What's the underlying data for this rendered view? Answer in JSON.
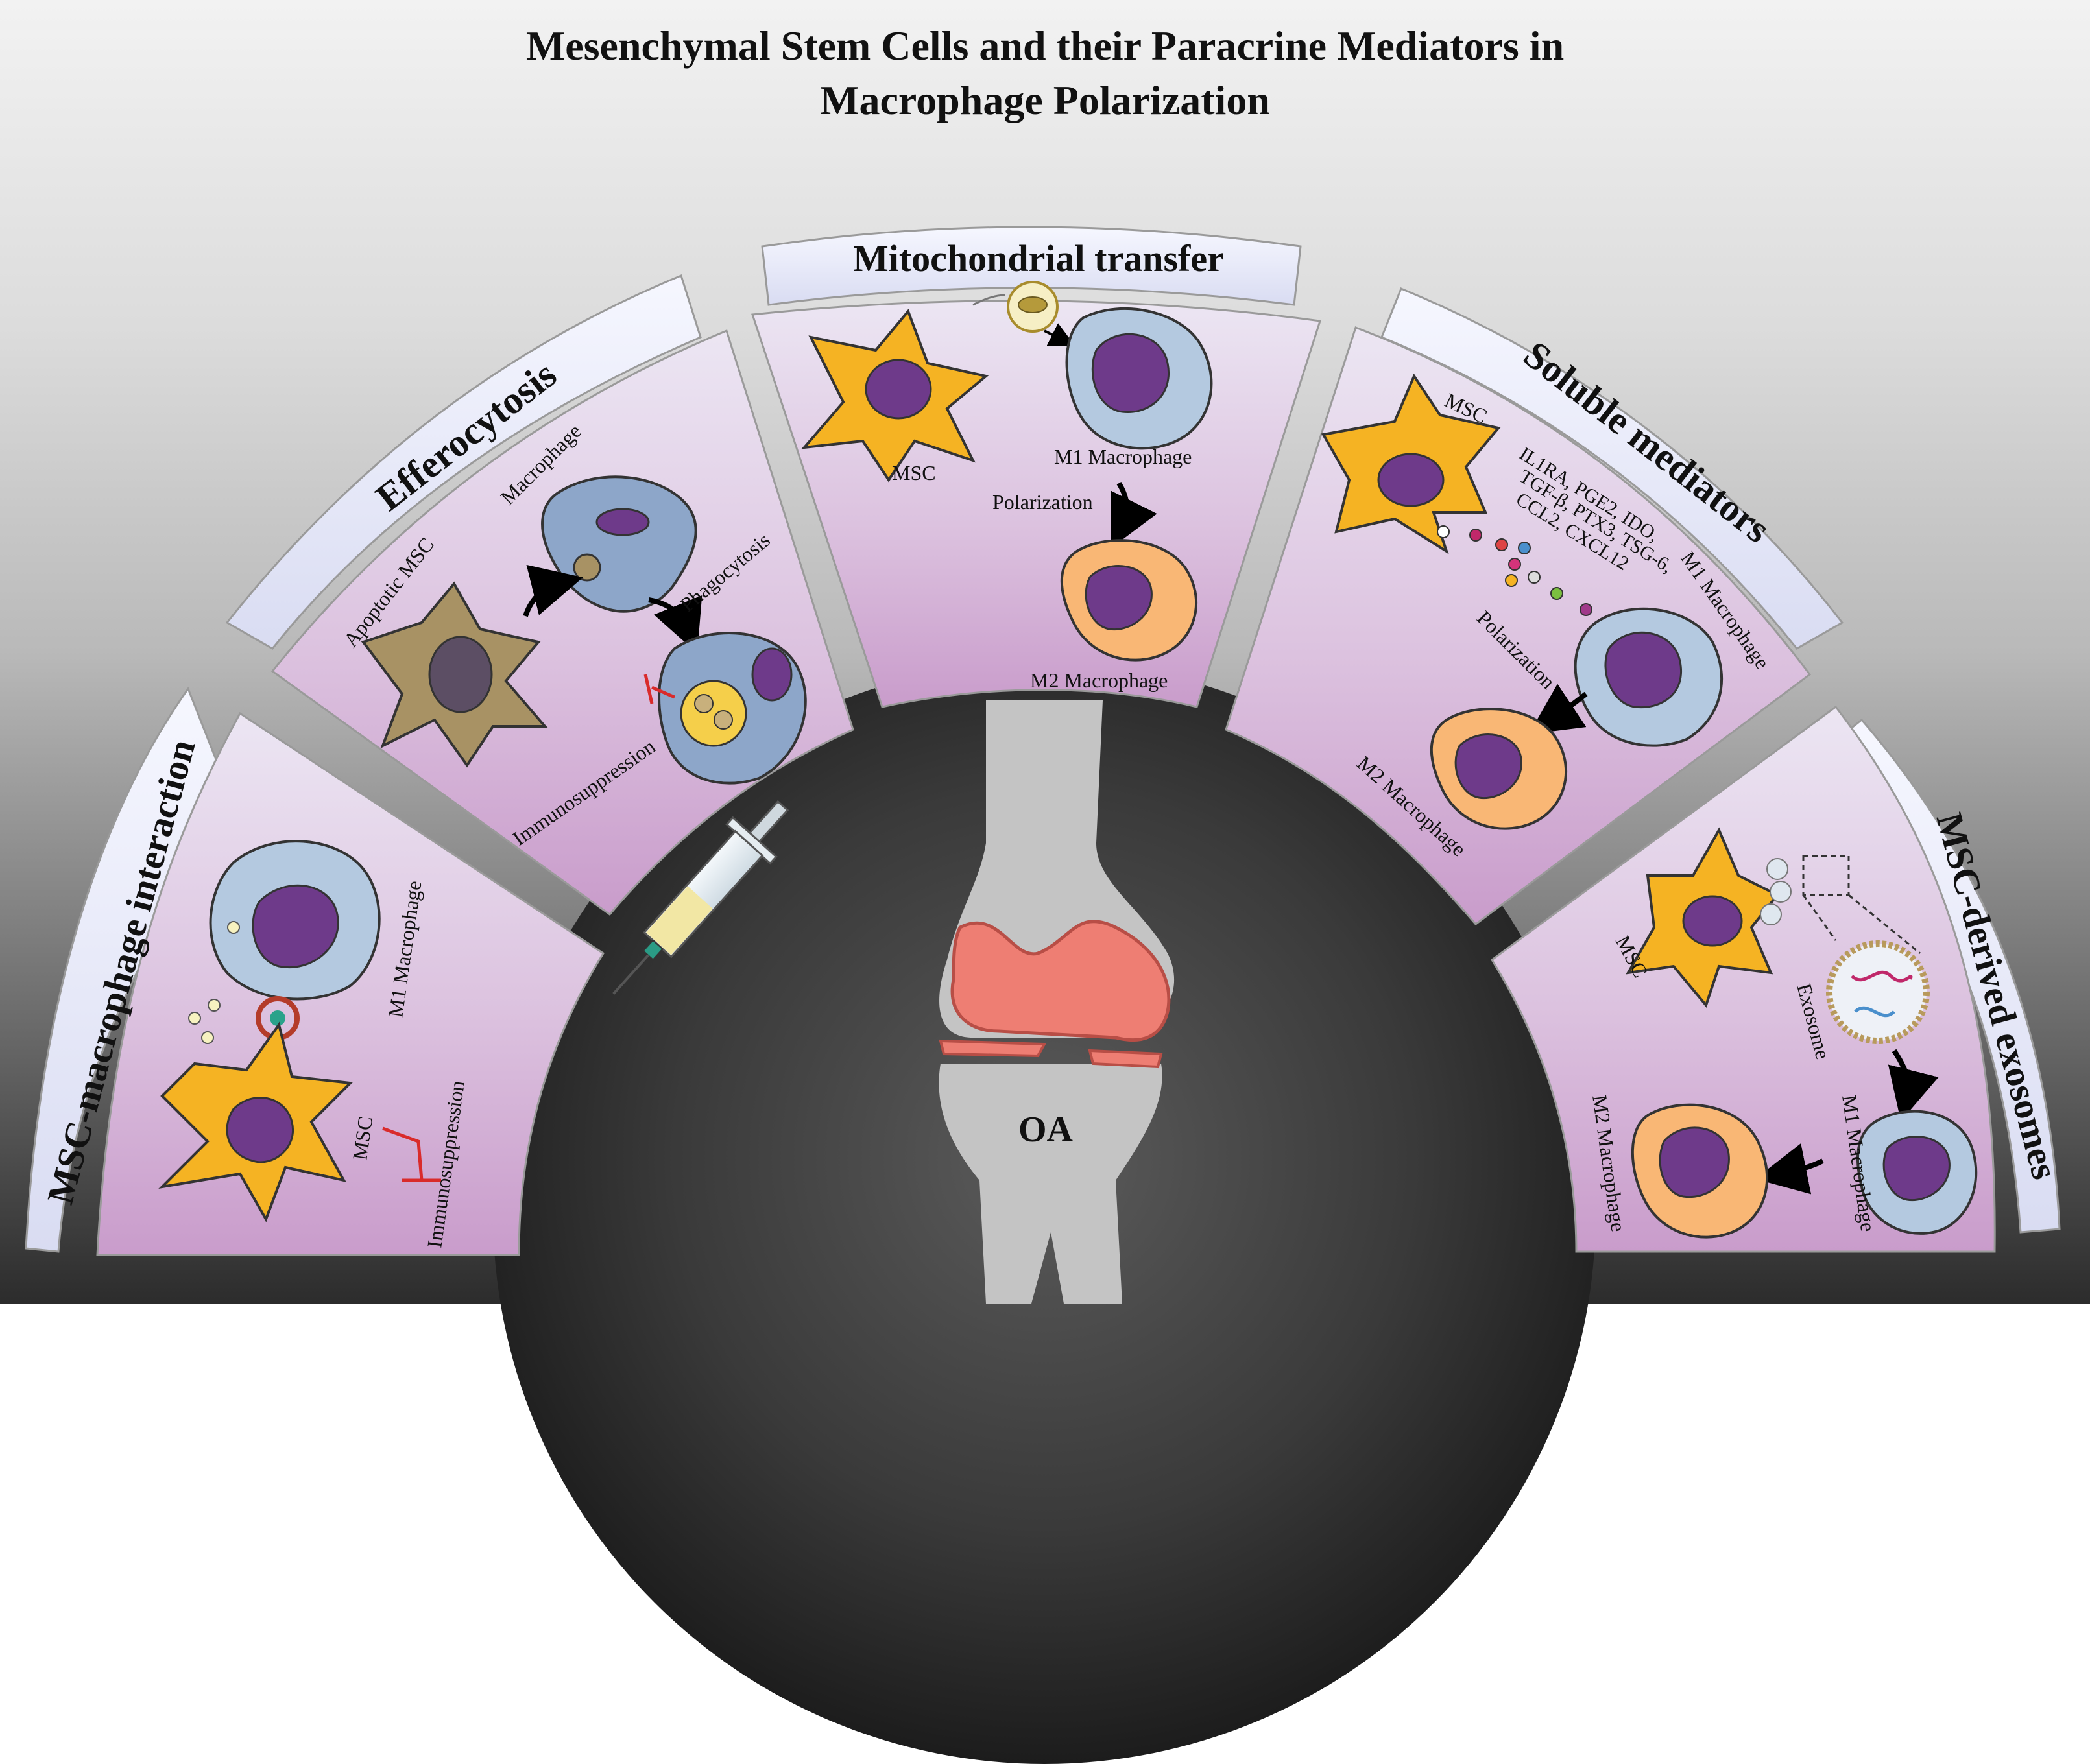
{
  "title": {
    "line1": "Mesenchymal Stem Cells and their Paracrine Mediators in",
    "line2": "Macrophage Polarization"
  },
  "center": {
    "label": "OA"
  },
  "panels": {
    "interaction": {
      "header": "MSC-macrophage interaction",
      "m1_label": "M1 Macrophage",
      "msc_label": "MSC",
      "effect_label": "Immunosuppression"
    },
    "efferocytosis": {
      "header": "Efferocytosis",
      "apoptotic_label": "Apoptotic MSC",
      "macrophage_label": "Macrophage",
      "phago_label": "Phagocytosis",
      "effect_label": "Immunosuppression"
    },
    "mito": {
      "header": "Mitochondrial transfer",
      "msc_label": "MSC",
      "m1_label": "M1 Macrophage",
      "polarization_label": "Polarization",
      "m2_label": "M2 Macrophage"
    },
    "soluble": {
      "header": "Soluble mediators",
      "msc_label": "MSC",
      "mediators_line1": "IL1RA, PGE2, IDO,",
      "mediators_line2": "TGF-β, PTX3, TSG-6,",
      "mediators_line3": "CCL2, CXCL12",
      "m1_label": "M1 Macrophage",
      "polarization_label": "Polarization",
      "m2_label": "M2 Macrophage"
    },
    "exosomes": {
      "header": "MSC-derived exosomes",
      "msc_label": "MSC",
      "exosome_label": "Exosome",
      "m1_label": "M1 Macrophage",
      "m2_label": "M2 Macrophage"
    }
  },
  "colors": {
    "msc": "#f5b323",
    "m1": "#b4c9e0",
    "m2": "#f9b775",
    "nucleus": "#6e3a8a",
    "apoptotic": "#a89264",
    "cartilage": "#ee7e73",
    "bone": "#c8c8c8",
    "inhibit": "#d92b2b",
    "panel": "#d9b8dc",
    "header": "#e6e8f8"
  }
}
